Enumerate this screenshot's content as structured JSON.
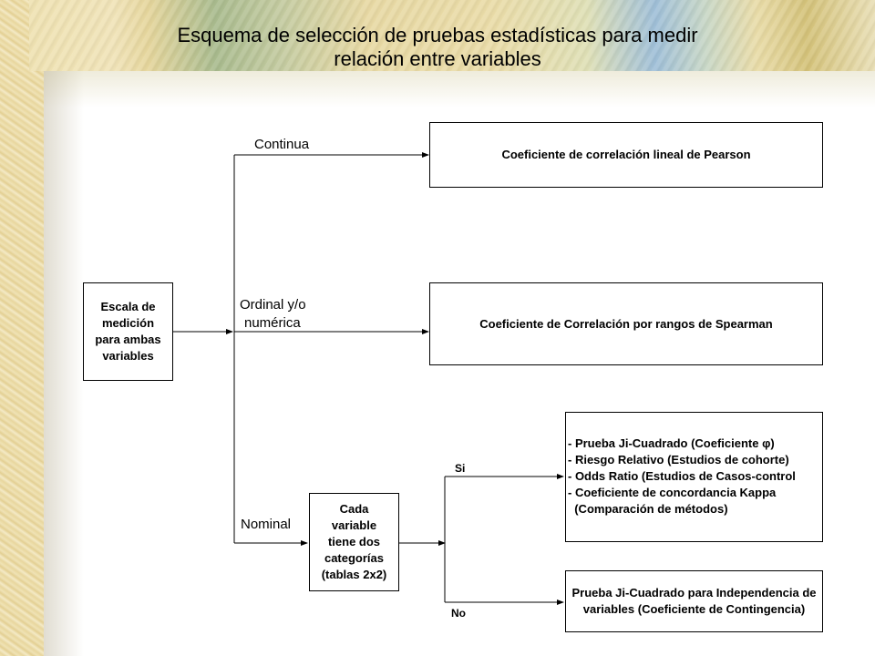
{
  "slide": {
    "title_line1": "Esquema de selección de pruebas estadísticas para medir",
    "title_line2": "relación entre variables"
  },
  "diagram": {
    "start_box": "Escala de medición para ambas variables",
    "branch_continua": "Continua",
    "branch_ordinal_line1": "Ordinal y/o",
    "branch_ordinal_line2": "numérica",
    "branch_nominal": "Nominal",
    "pearson_box": "Coeficiente de correlación lineal de Pearson",
    "spearman_box": "Coeficiente de Correlación por rangos de Spearman",
    "decision_box": "Cada variable tiene dos categorías (tablas 2x2)",
    "yes_label": "Si",
    "no_label": "No",
    "yes_items": [
      "- Prueba Ji-Cuadrado (Coeficiente φ)",
      "- Riesgo Relativo (Estudios de cohorte)",
      "- Odds Ratio (Estudios de Casos-control",
      "- Coeficiente de concordancia Kappa",
      "  (Comparación de métodos)"
    ],
    "no_box": "Prueba Ji-Cuadrado para Independencia de variables (Coeficiente de Contingencia)"
  }
}
